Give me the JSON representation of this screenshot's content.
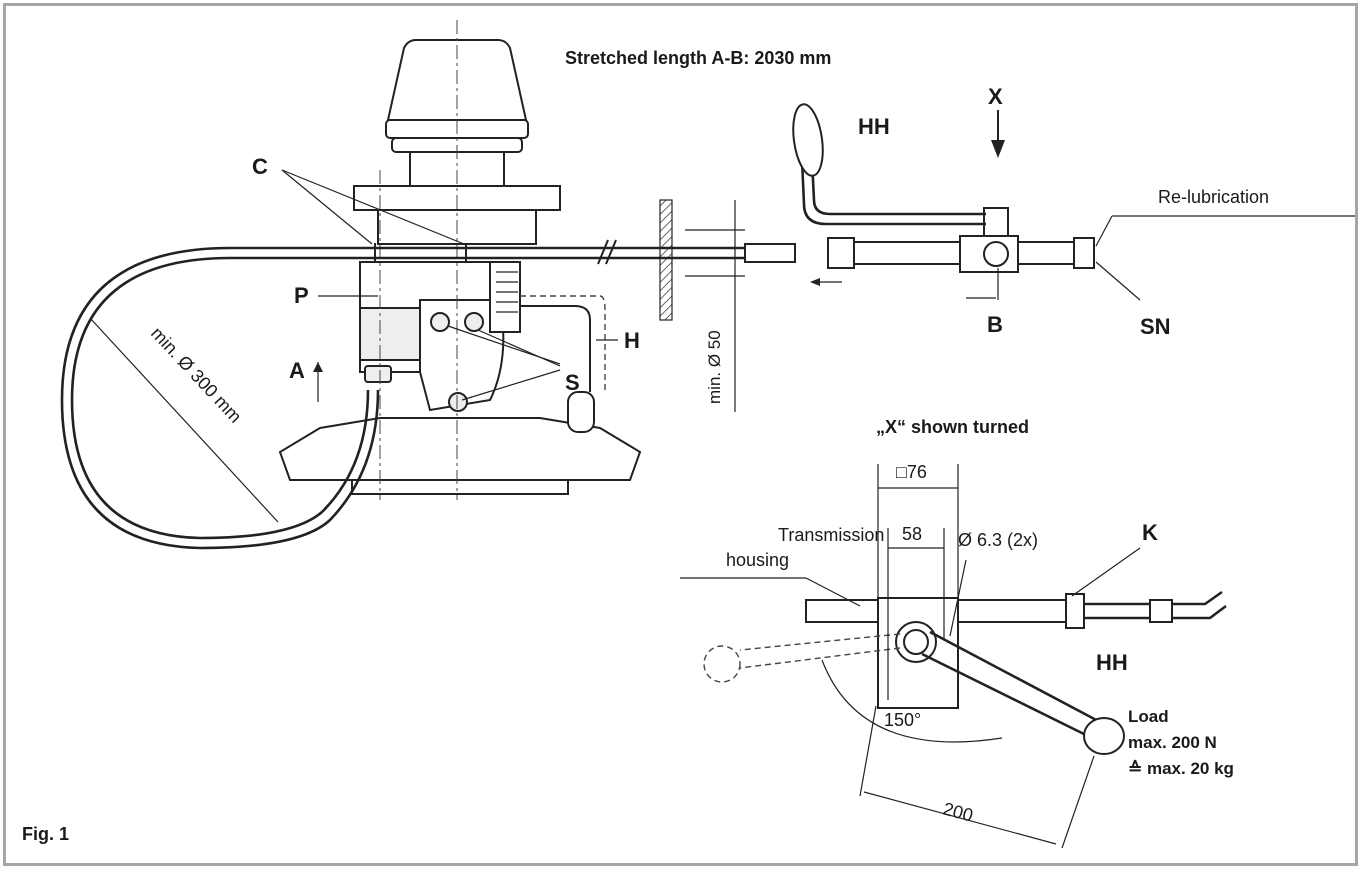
{
  "title": "Stretched length  A-B: 2030 mm",
  "figure_label": "Fig. 1",
  "detail_title": "„X“ shown turned",
  "labels": {
    "C": "C",
    "P": "P",
    "A": "A",
    "S": "S",
    "H": "H",
    "X": "X",
    "HH": "HH",
    "B": "B",
    "SN": "SN",
    "K": "K",
    "HH2": "HH"
  },
  "annotations": {
    "relubrication": "Re-lubrication",
    "bend_radius": "min. Ø 300 mm",
    "min_dia": "min. Ø 50",
    "square": "□76",
    "width58": "58",
    "hole": "Ø 6.3 (2x)",
    "housing_line1": "Transmission",
    "housing_line2": "housing",
    "angle": "150°",
    "length200": "200",
    "load_line1": "Load",
    "load_line2": "max. 200 N",
    "load_line3": "≙ max. 20 kg"
  },
  "colors": {
    "frame": "#a6a6a6",
    "ink": "#1a1a1a"
  }
}
